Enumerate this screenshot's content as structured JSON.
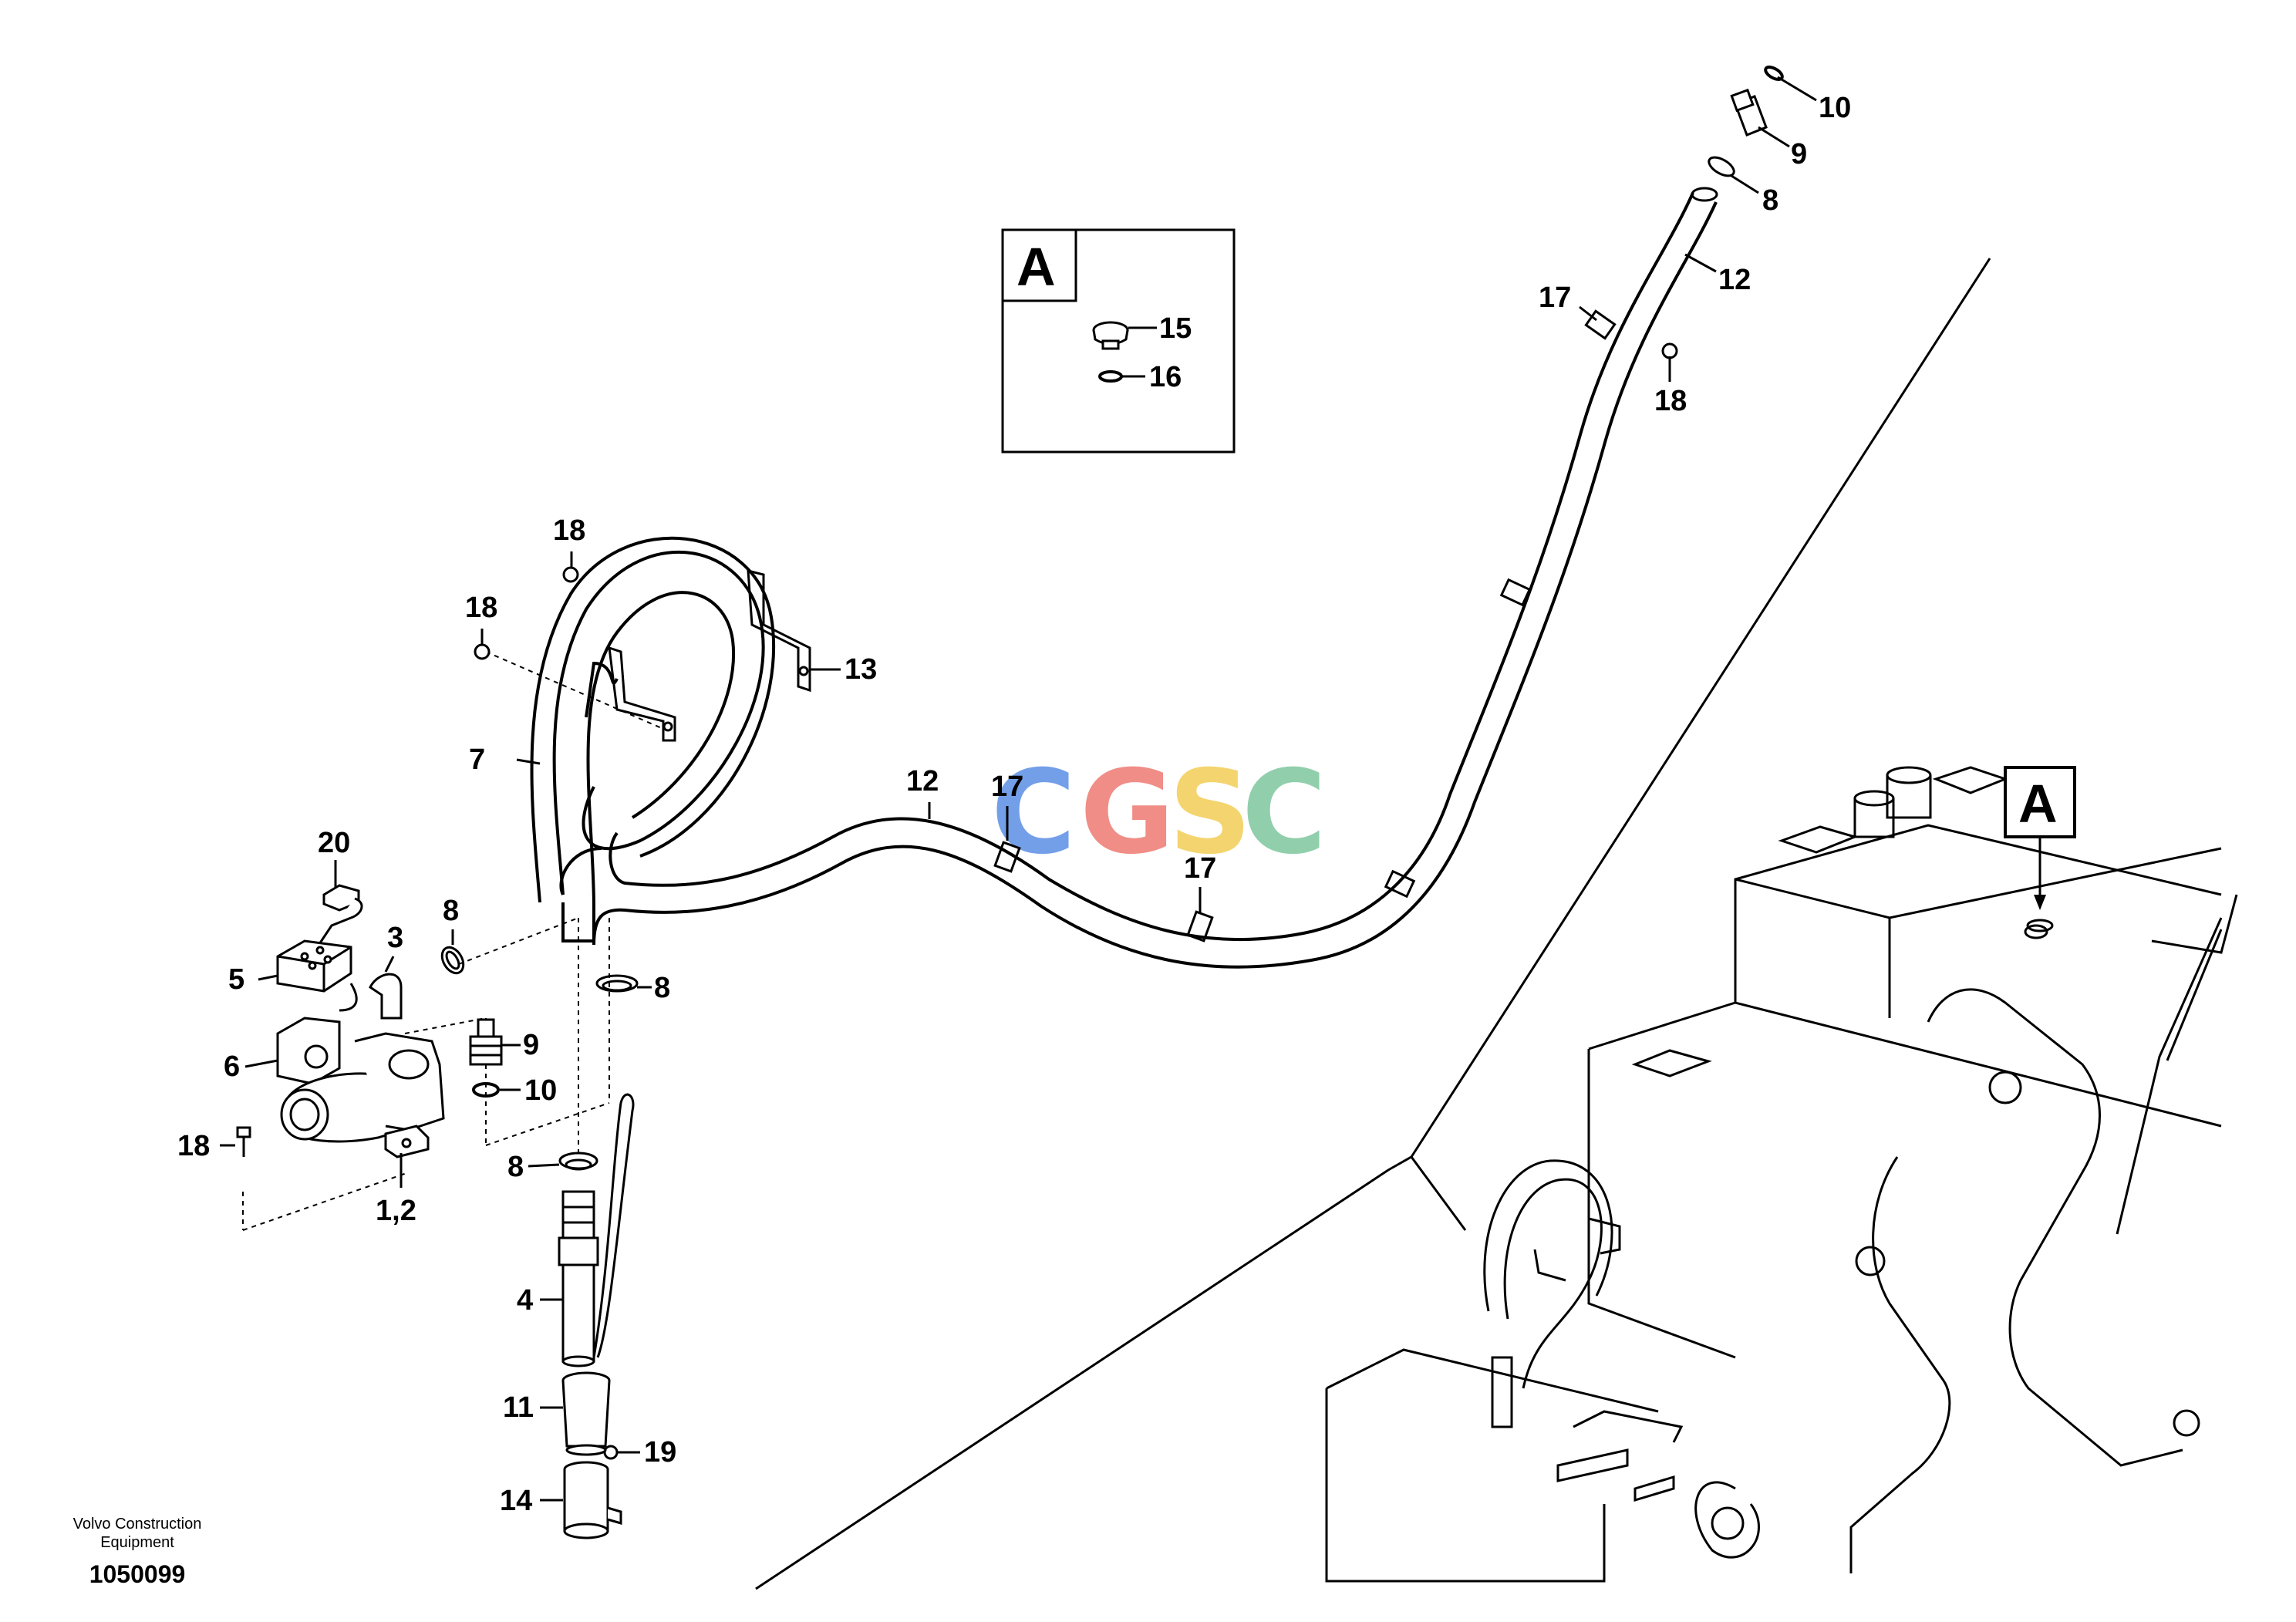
{
  "detail_box": {
    "label": "A",
    "items": [
      "15",
      "16"
    ]
  },
  "machine_marker": "A",
  "watermark": {
    "letters": [
      "C",
      "G",
      "S",
      "C"
    ],
    "colors": [
      "#5b8fe6",
      "#ee7a73",
      "#f3cd55",
      "#7ec79e"
    ]
  },
  "callouts": {
    "c10_top": "10",
    "c9_top": "9",
    "c8_top": "8",
    "c12_top": "12",
    "c17_top": "17",
    "c18_right": "18",
    "c18_a": "18",
    "c18_b": "18",
    "c13": "13",
    "c7": "7",
    "c12_mid": "12",
    "c17_mid": "17",
    "c17_right": "17",
    "c20": "20",
    "c3": "3",
    "c5": "5",
    "c6": "6",
    "c18_left": "18",
    "c12label": "1,2",
    "c8_a": "8",
    "c8_b": "8",
    "c9_mid": "9",
    "c10_mid": "10",
    "c8_c": "8",
    "c4": "4",
    "c11": "11",
    "c19": "19",
    "c14": "14"
  },
  "footer": {
    "company_line1": "Volvo Construction",
    "company_line2": "Equipment",
    "drawing_number": "1050099"
  }
}
